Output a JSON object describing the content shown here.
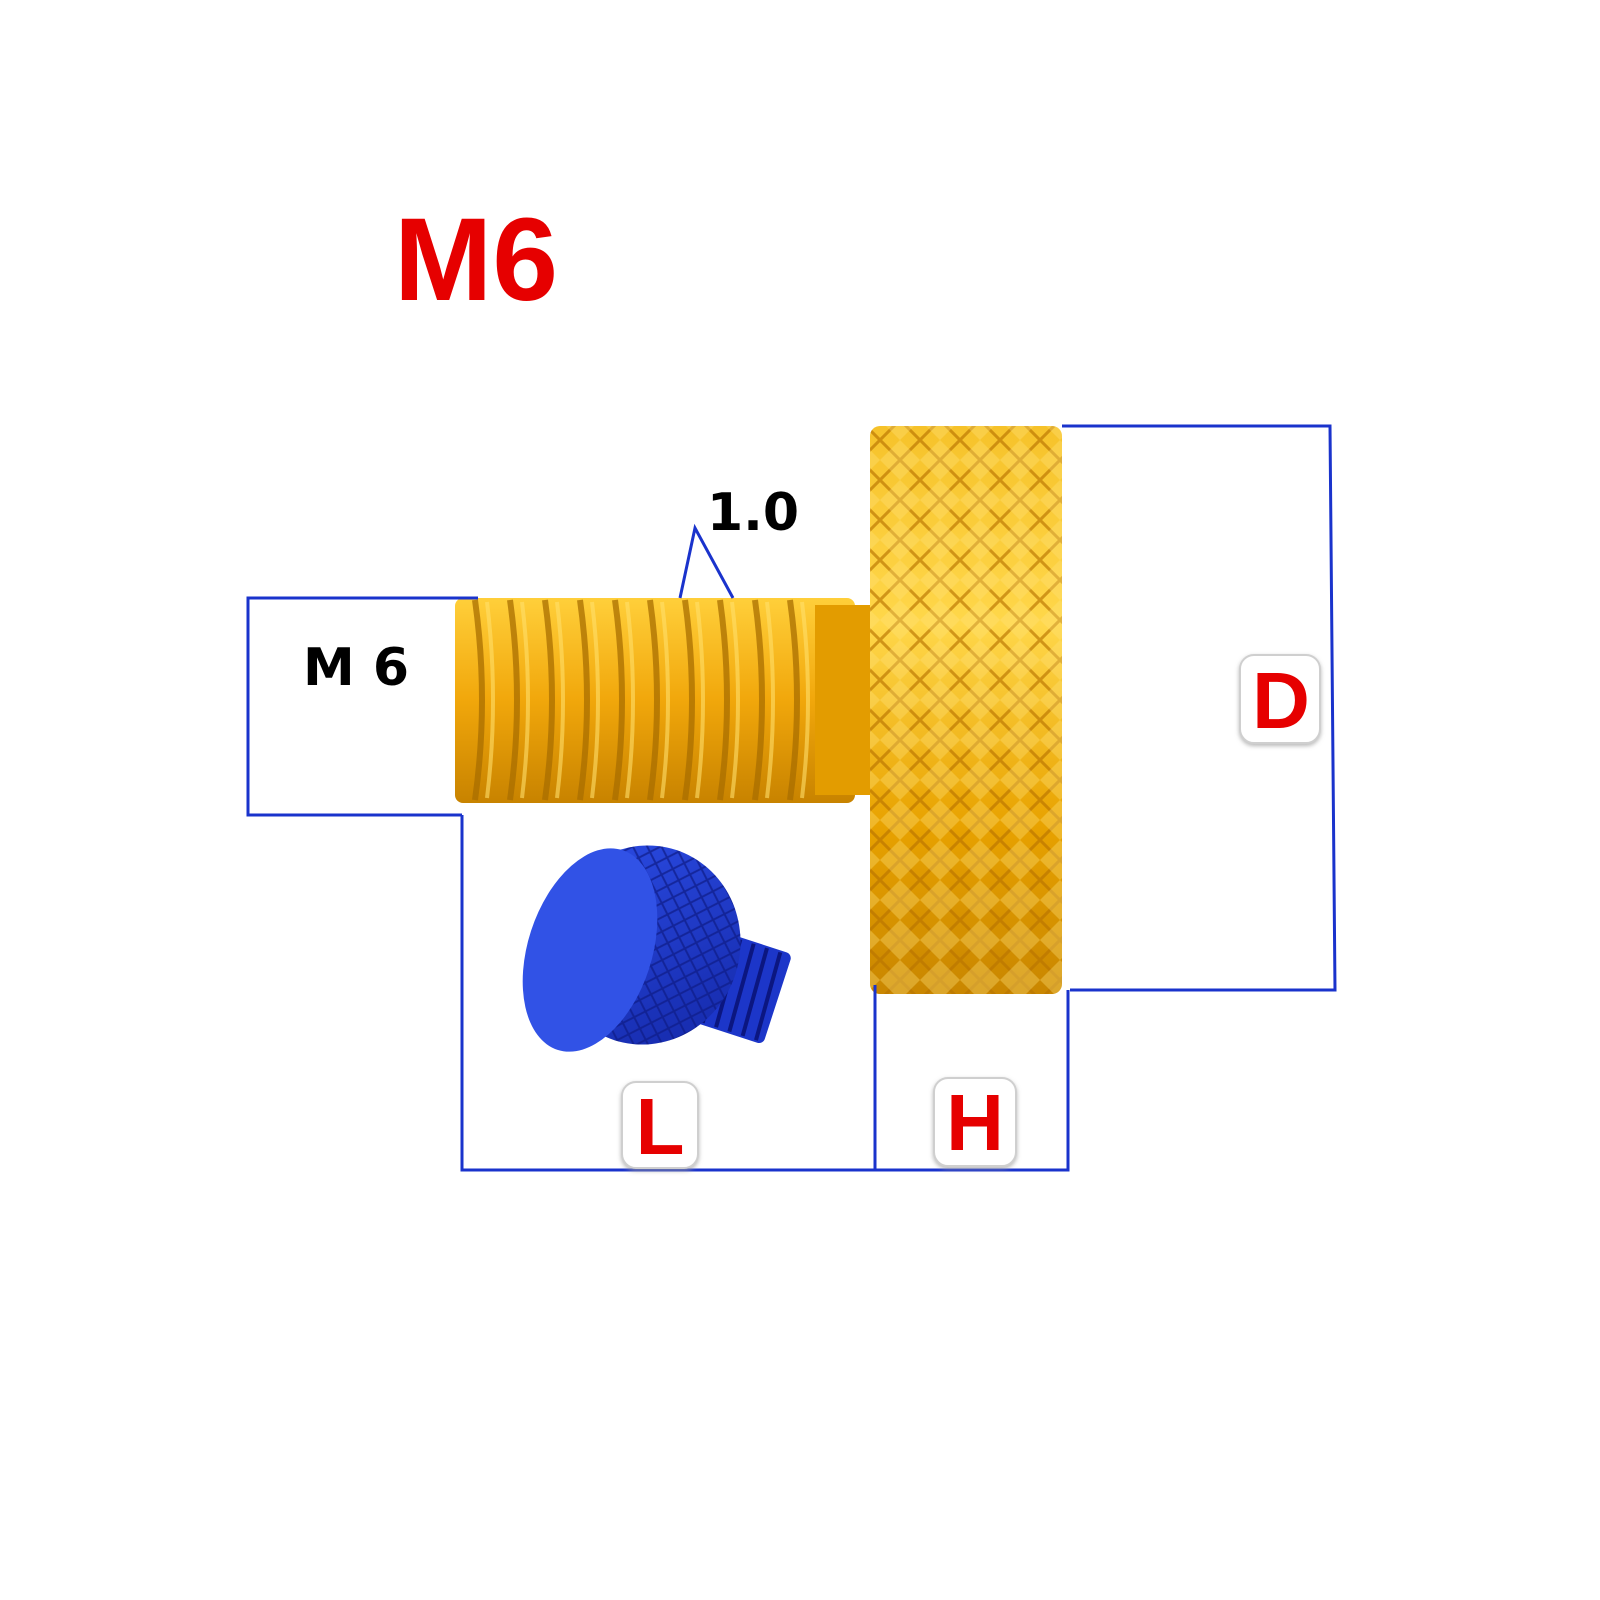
{
  "title": "M6",
  "thread_size_label": "M 6",
  "thread_pitch_label": "1.0",
  "dimensions": {
    "diameter_label": "D",
    "head_height_label": "H",
    "length_label": "L"
  },
  "colors": {
    "title": "#e60000",
    "dimension_label": "#e60000",
    "dimension_line": "#1a33cc",
    "label_text": "#000000",
    "gold_screw": "#f0a800",
    "blue_screw": "#1f3fd6",
    "background": "#ffffff"
  },
  "icons": {
    "gold_screw": "knurled-thumb-screw-gold",
    "blue_screw": "knurled-thumb-screw-blue"
  }
}
